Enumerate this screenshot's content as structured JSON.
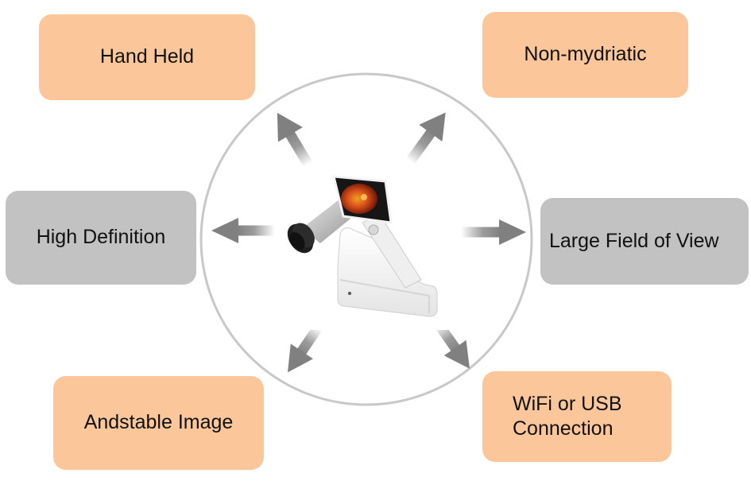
{
  "features": {
    "hand_held": "Hand Held",
    "non_mydriatic": "Non-mydriatic",
    "high_definition": "High Definition",
    "large_field_of_view": "Large Field of View",
    "antistable_image": "Andstable Image",
    "wifi_usb": "WiFi  or USB\nConnection"
  },
  "colors": {
    "orange_box": "#fbc79a",
    "gray_box": "#c2c2c2",
    "circle_stroke": "#c8c8c8",
    "arrow": "#8a8a8a"
  },
  "icons": {
    "center": "handheld-fundus-camera-icon",
    "arrows": "arrow-icon"
  }
}
